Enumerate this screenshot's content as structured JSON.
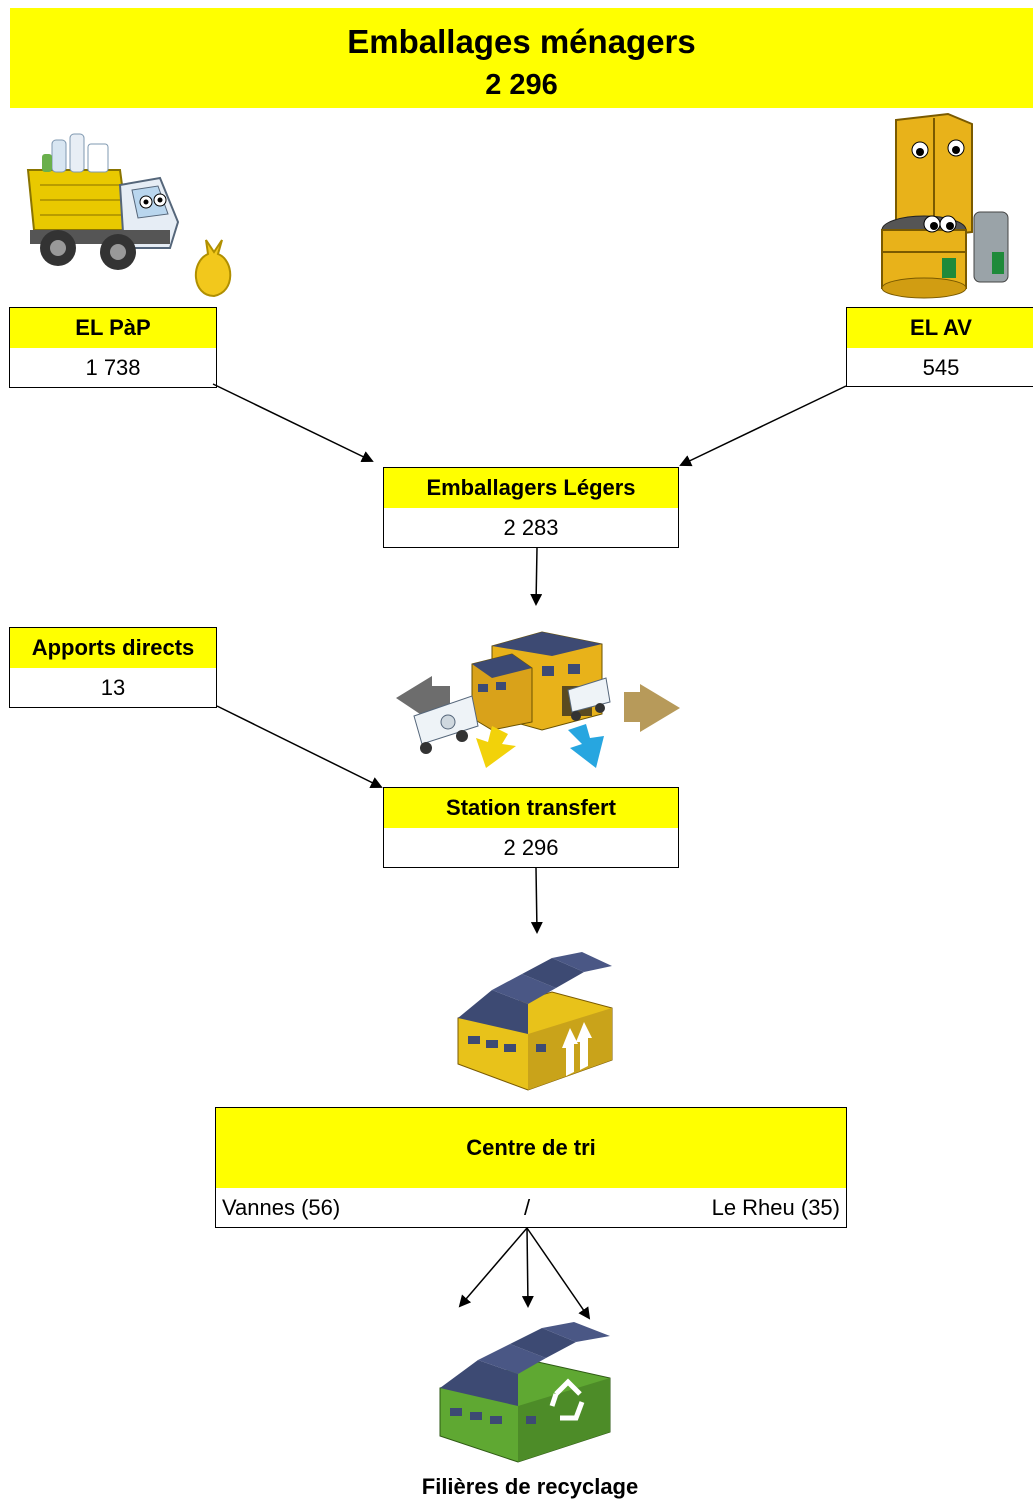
{
  "header": {
    "title": "Emballages ménagers",
    "value": "2 296"
  },
  "boxes": {
    "el_pap": {
      "label": "EL PàP",
      "value": "1 738"
    },
    "el_av": {
      "label": "EL AV",
      "value": "545"
    },
    "emballages_legers": {
      "label": "Emballagers Légers",
      "value": "2 283"
    },
    "apports_directs": {
      "label": "Apports directs",
      "value": "13"
    },
    "station_transfert": {
      "label": "Station transfert",
      "value": "2 296"
    },
    "centre_de_tri": {
      "label": "Centre de tri",
      "left": "Vannes (56)",
      "separator": "/",
      "right": "Le Rheu (35)"
    }
  },
  "footer": {
    "label": "Filières de recyclage"
  },
  "icons": [
    "garbage-truck-icon",
    "yellow-bag-icon",
    "collection-containers-icon",
    "transfer-station-icon",
    "sorting-factory-icon",
    "recycling-factory-icon"
  ],
  "colors": {
    "highlight": "#ffff00",
    "factory_yellow": "#e8c21a",
    "factory_green": "#5fa832",
    "roof": "#3d4a73"
  }
}
